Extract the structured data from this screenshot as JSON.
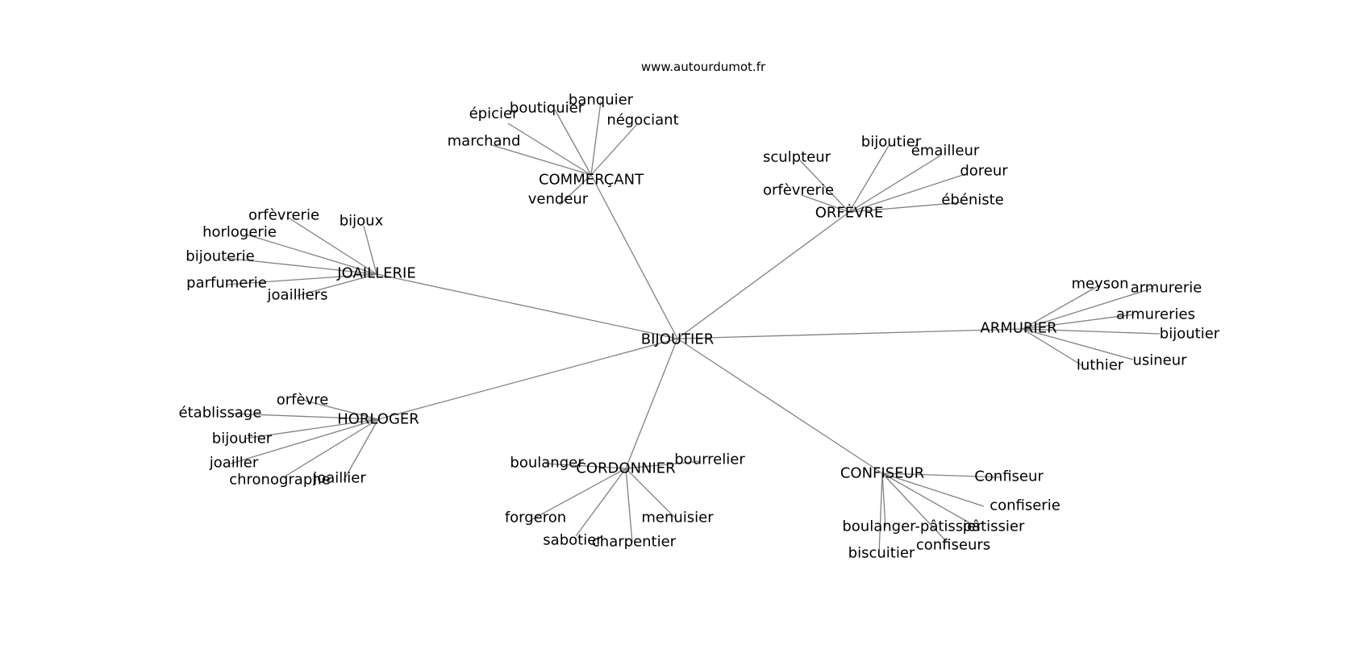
{
  "watermark": "www.autourdumot.fr",
  "colors": {
    "edge": "#808080",
    "text": "#000000",
    "background": "#ffffff"
  },
  "graph": {
    "center": "BIJOUTIER",
    "hubs": [
      {
        "id": "commercant",
        "label": "COMMERÇANT",
        "leaves": [
          {
            "id": "epicier",
            "label": "épicier"
          },
          {
            "id": "boutiquier",
            "label": "boutiquier"
          },
          {
            "id": "banquier",
            "label": "banquier"
          },
          {
            "id": "negociant",
            "label": "négociant"
          },
          {
            "id": "marchand",
            "label": "marchand"
          },
          {
            "id": "vendeur",
            "label": "vendeur"
          }
        ]
      },
      {
        "id": "orfevre",
        "label": "ORFÈVRE",
        "leaves": [
          {
            "id": "sculpteur",
            "label": "sculpteur"
          },
          {
            "id": "bijoutier-o",
            "label": "bijoutier"
          },
          {
            "id": "emailleur",
            "label": "émailleur"
          },
          {
            "id": "doreur",
            "label": "doreur"
          },
          {
            "id": "orfevrerie-o",
            "label": "orfèvrerie"
          },
          {
            "id": "ebeniste",
            "label": "ébéniste"
          }
        ]
      },
      {
        "id": "joaillerie",
        "label": "JOAILLERIE",
        "leaves": [
          {
            "id": "orfevrerie-j",
            "label": "orfèvrerie"
          },
          {
            "id": "bijoux",
            "label": "bijoux"
          },
          {
            "id": "horlogerie",
            "label": "horlogerie"
          },
          {
            "id": "bijouterie",
            "label": "bijouterie"
          },
          {
            "id": "parfumerie",
            "label": "parfumerie"
          },
          {
            "id": "joailliers",
            "label": "joailliers"
          }
        ]
      },
      {
        "id": "armurier",
        "label": "ARMURIER",
        "leaves": [
          {
            "id": "meyson",
            "label": "meyson"
          },
          {
            "id": "armurerie",
            "label": "armurerie"
          },
          {
            "id": "armureries",
            "label": "armureries"
          },
          {
            "id": "bijoutier-a",
            "label": "bijoutier"
          },
          {
            "id": "usineur",
            "label": "usineur"
          },
          {
            "id": "luthier",
            "label": "luthier"
          }
        ]
      },
      {
        "id": "horloger",
        "label": "HORLOGER",
        "leaves": [
          {
            "id": "orfevre-h",
            "label": "orfèvre"
          },
          {
            "id": "etablissage",
            "label": "établissage"
          },
          {
            "id": "bijoutier-h",
            "label": "bijoutier"
          },
          {
            "id": "joailler",
            "label": "joailler"
          },
          {
            "id": "chronographe",
            "label": "chronographe"
          },
          {
            "id": "joaillier",
            "label": "joaillier"
          }
        ]
      },
      {
        "id": "cordonnier",
        "label": "CORDONNIER",
        "leaves": [
          {
            "id": "boulanger",
            "label": "boulanger"
          },
          {
            "id": "bourrelier",
            "label": "bourrelier"
          },
          {
            "id": "forgeron",
            "label": "forgeron"
          },
          {
            "id": "menuisier",
            "label": "menuisier"
          },
          {
            "id": "sabotier",
            "label": "sabotier"
          },
          {
            "id": "charpentier",
            "label": "charpentier"
          }
        ]
      },
      {
        "id": "confiseur",
        "label": "CONFISEUR",
        "leaves": [
          {
            "id": "confiseur-c",
            "label": "Confiseur"
          },
          {
            "id": "confiserie",
            "label": "confiserie"
          },
          {
            "id": "boulanger-patissier",
            "label": "boulanger-pâtissier"
          },
          {
            "id": "patissier",
            "label": "pâtissier"
          },
          {
            "id": "confiseurs",
            "label": "confiseurs"
          },
          {
            "id": "biscuitier",
            "label": "biscuitier"
          }
        ]
      }
    ]
  }
}
